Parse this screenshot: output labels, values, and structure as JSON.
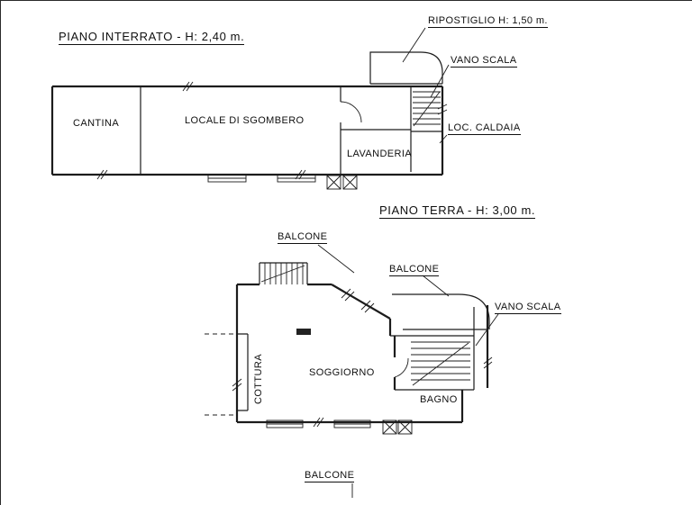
{
  "colors": {
    "line": "#1c1c1c",
    "background": "#ffffff"
  },
  "basement": {
    "title": "PIANO INTERRATO - H: 2,40 m.",
    "rooms": {
      "cantina": "CANTINA",
      "locale_sgombero": "LOCALE DI SGOMBERO",
      "lavanderia": "LAVANDERIA"
    },
    "callouts": {
      "ripostiglio": "RIPOSTIGLIO H: 1,50 m.",
      "vano_scala": "VANO SCALA",
      "loc_caldaia": "LOC. CALDAIA"
    }
  },
  "ground": {
    "title": "PIANO TERRA - H: 3,00 m.",
    "rooms": {
      "cottura": "COTTURA",
      "soggiorno": "SOGGIORNO",
      "bagno": "BAGNO"
    },
    "callouts": {
      "balcone_top": "BALCONE",
      "balcone_right": "BALCONE",
      "vano_scala": "VANO SCALA",
      "balcone_bottom": "BALCONE"
    }
  }
}
